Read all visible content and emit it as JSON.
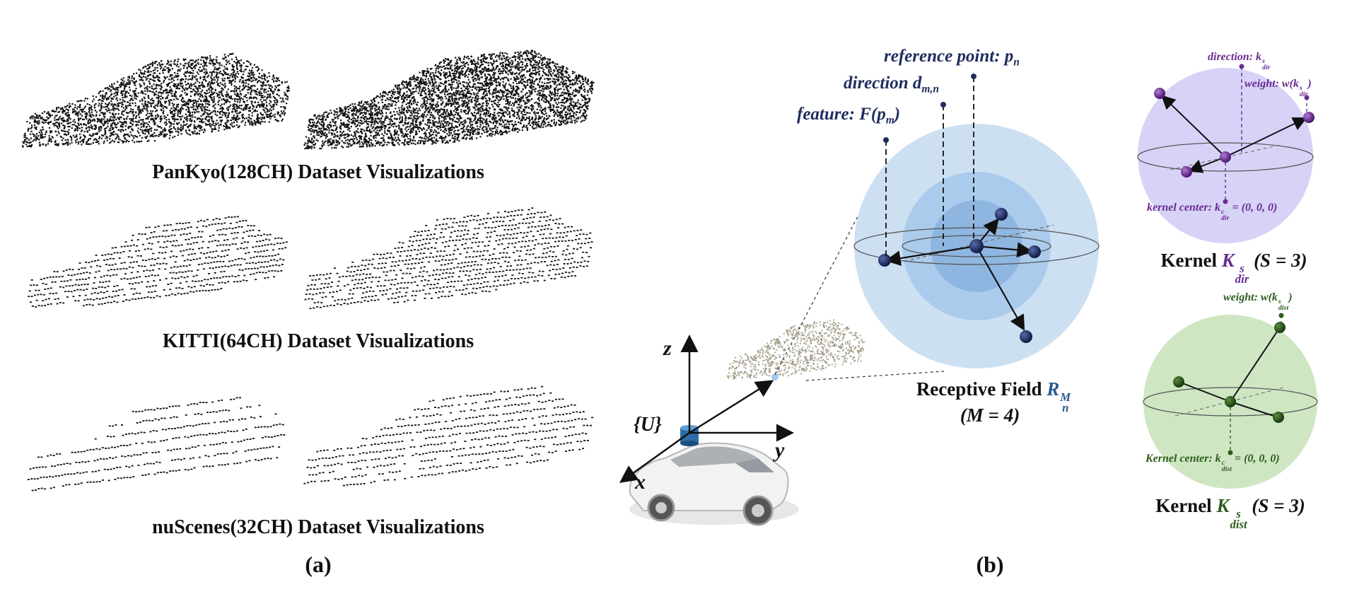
{
  "panel_a": {
    "caption1": "PanKyo(128CH) Dataset Visualizations",
    "caption2": "KITTI(64CH) Dataset Visualizations",
    "caption3": "nuScenes(32CH) Dataset Visualizations",
    "label": "(a)"
  },
  "panel_b": {
    "label": "(b)",
    "axis_z": "z",
    "axis_y": "y",
    "axis_x": "x",
    "frame": "{U}",
    "reference_point": "reference point",
    "reference_symbol": "p",
    "reference_sub": "n",
    "direction": "direction",
    "direction_symbol": "d",
    "direction_sub": "m,n",
    "feature": "feature",
    "feature_symbol": "F(p",
    "feature_sub": "m",
    "receptive_field": "Receptive Field",
    "receptive_symbol": "R",
    "receptive_sub": "n",
    "receptive_sup": "M",
    "m_eq": "(M = 4)"
  },
  "kernel_dir": {
    "title": "Kernel",
    "symbol": "K",
    "sup": "s",
    "sub": "dir",
    "param": "(S = 3)",
    "direction_label": "direction: k",
    "direction_sup": "s",
    "direction_sub": "dir",
    "weight_label": "weight: w(k",
    "weight_sup": "s",
    "weight_sub": "dir",
    "center_label": "kernel center: k",
    "center_sup": "c",
    "center_sub": "dir",
    "center_value": " = (0, 0, 0)",
    "color": "#6a2c91"
  },
  "kernel_dist": {
    "title": "Kernel",
    "symbol": "K",
    "sup": "s",
    "sub": "dist",
    "param": "(S = 3)",
    "weight_label": "weight: w(k",
    "weight_sup": "s",
    "weight_sub": "dist",
    "center_label": "Kernel center: k",
    "center_sup": "c",
    "center_sub": "dist",
    "center_value": " = (0, 0, 0)",
    "color": "#2e5e1e"
  },
  "colors": {
    "navy": "#1f2d5c",
    "receptive_blue": "#2a5b8f",
    "sphere_outer": "#cde0f2",
    "sphere_mid": "#aacbec",
    "sphere_inner": "#8fb6e0",
    "violet_fill": "#d6d3f7",
    "green_fill": "#cfe6c3"
  }
}
